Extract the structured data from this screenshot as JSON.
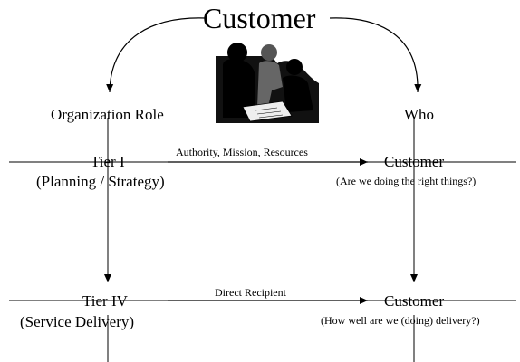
{
  "title": "Customer",
  "headings": {
    "left": "Organization Role",
    "right": "Who"
  },
  "rows": [
    {
      "role_name": "Tier I",
      "role_desc": "(Planning / Strategy)",
      "link_label": "Authority, Mission, Resources",
      "target": "Customer",
      "question": "(Are we doing the right things?)"
    },
    {
      "role_name": "Tier IV",
      "role_desc": "(Service Delivery)",
      "link_label": "Direct Recipient",
      "target": "Customer",
      "question": "(How well are we (doing) delivery?)"
    }
  ],
  "image": {
    "icon": "people-meeting-icon",
    "color": "#000000"
  }
}
